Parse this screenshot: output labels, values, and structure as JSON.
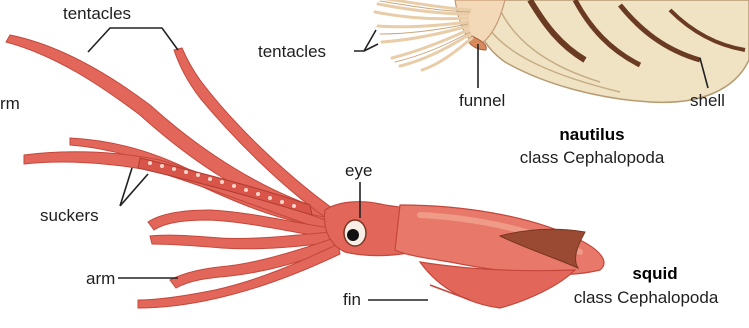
{
  "labels": {
    "tentacles_squid": "tentacles",
    "arm_cut": "rm",
    "suckers": "suckers",
    "arm": "arm",
    "eye": "eye",
    "fin": "fin",
    "tentacles_nautilus": "tentacles",
    "funnel": "funnel",
    "shell": "shell"
  },
  "nautilus": {
    "name": "nautilus",
    "class": "class Cephalopoda"
  },
  "squid": {
    "name": "squid",
    "class": "class Cephalopoda"
  },
  "colors": {
    "squid_body": "#e2675a",
    "squid_dark": "#c4473b",
    "squid_light": "#f09a88",
    "fin_brown": "#9a4a33",
    "shell_cream": "#efe3c4",
    "shell_stripe": "#6b3a22",
    "nautilus_tentacle": "#e8cda8"
  }
}
